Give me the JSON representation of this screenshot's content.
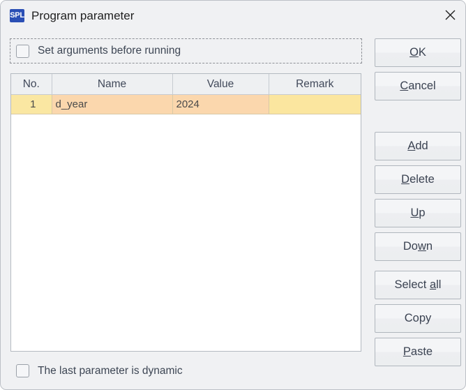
{
  "window": {
    "title": "Program parameter",
    "app_icon_text": "SPL",
    "close_icon": "close-icon"
  },
  "options": {
    "set_arguments_label": "Set arguments before running",
    "set_arguments_checked": false,
    "last_parameter_dynamic_label": "The last parameter is dynamic",
    "last_parameter_dynamic_checked": false
  },
  "table": {
    "columns": [
      "No.",
      "Name",
      "Value",
      "Remark"
    ],
    "rows": [
      {
        "no": "1",
        "name": "d_year",
        "value": "2024",
        "remark": ""
      }
    ]
  },
  "buttons": {
    "ok": {
      "before": "",
      "mnemonic": "O",
      "after": "K"
    },
    "cancel": {
      "before": "",
      "mnemonic": "C",
      "after": "ancel"
    },
    "add": {
      "before": "",
      "mnemonic": "A",
      "after": "dd"
    },
    "delete": {
      "before": "",
      "mnemonic": "D",
      "after": "elete"
    },
    "up": {
      "before": "",
      "mnemonic": "U",
      "after": "p"
    },
    "down": {
      "before": "Do",
      "mnemonic": "w",
      "after": "n"
    },
    "select_all": {
      "before": "Select ",
      "mnemonic": "a",
      "after": "ll"
    },
    "copy": {
      "before": "Copy",
      "mnemonic": "",
      "after": ""
    },
    "paste": {
      "before": "",
      "mnemonic": "P",
      "after": "aste"
    }
  },
  "colors": {
    "window_bg": "#f0f1f3",
    "accent_blue": "#2a4fb5",
    "row_no_bg": "#fae7a2",
    "row_cell_bg": "#fbd7ad",
    "row_remark_bg": "#fbe69f",
    "header_bg": "#eef0f2",
    "text": "#3d4654"
  }
}
